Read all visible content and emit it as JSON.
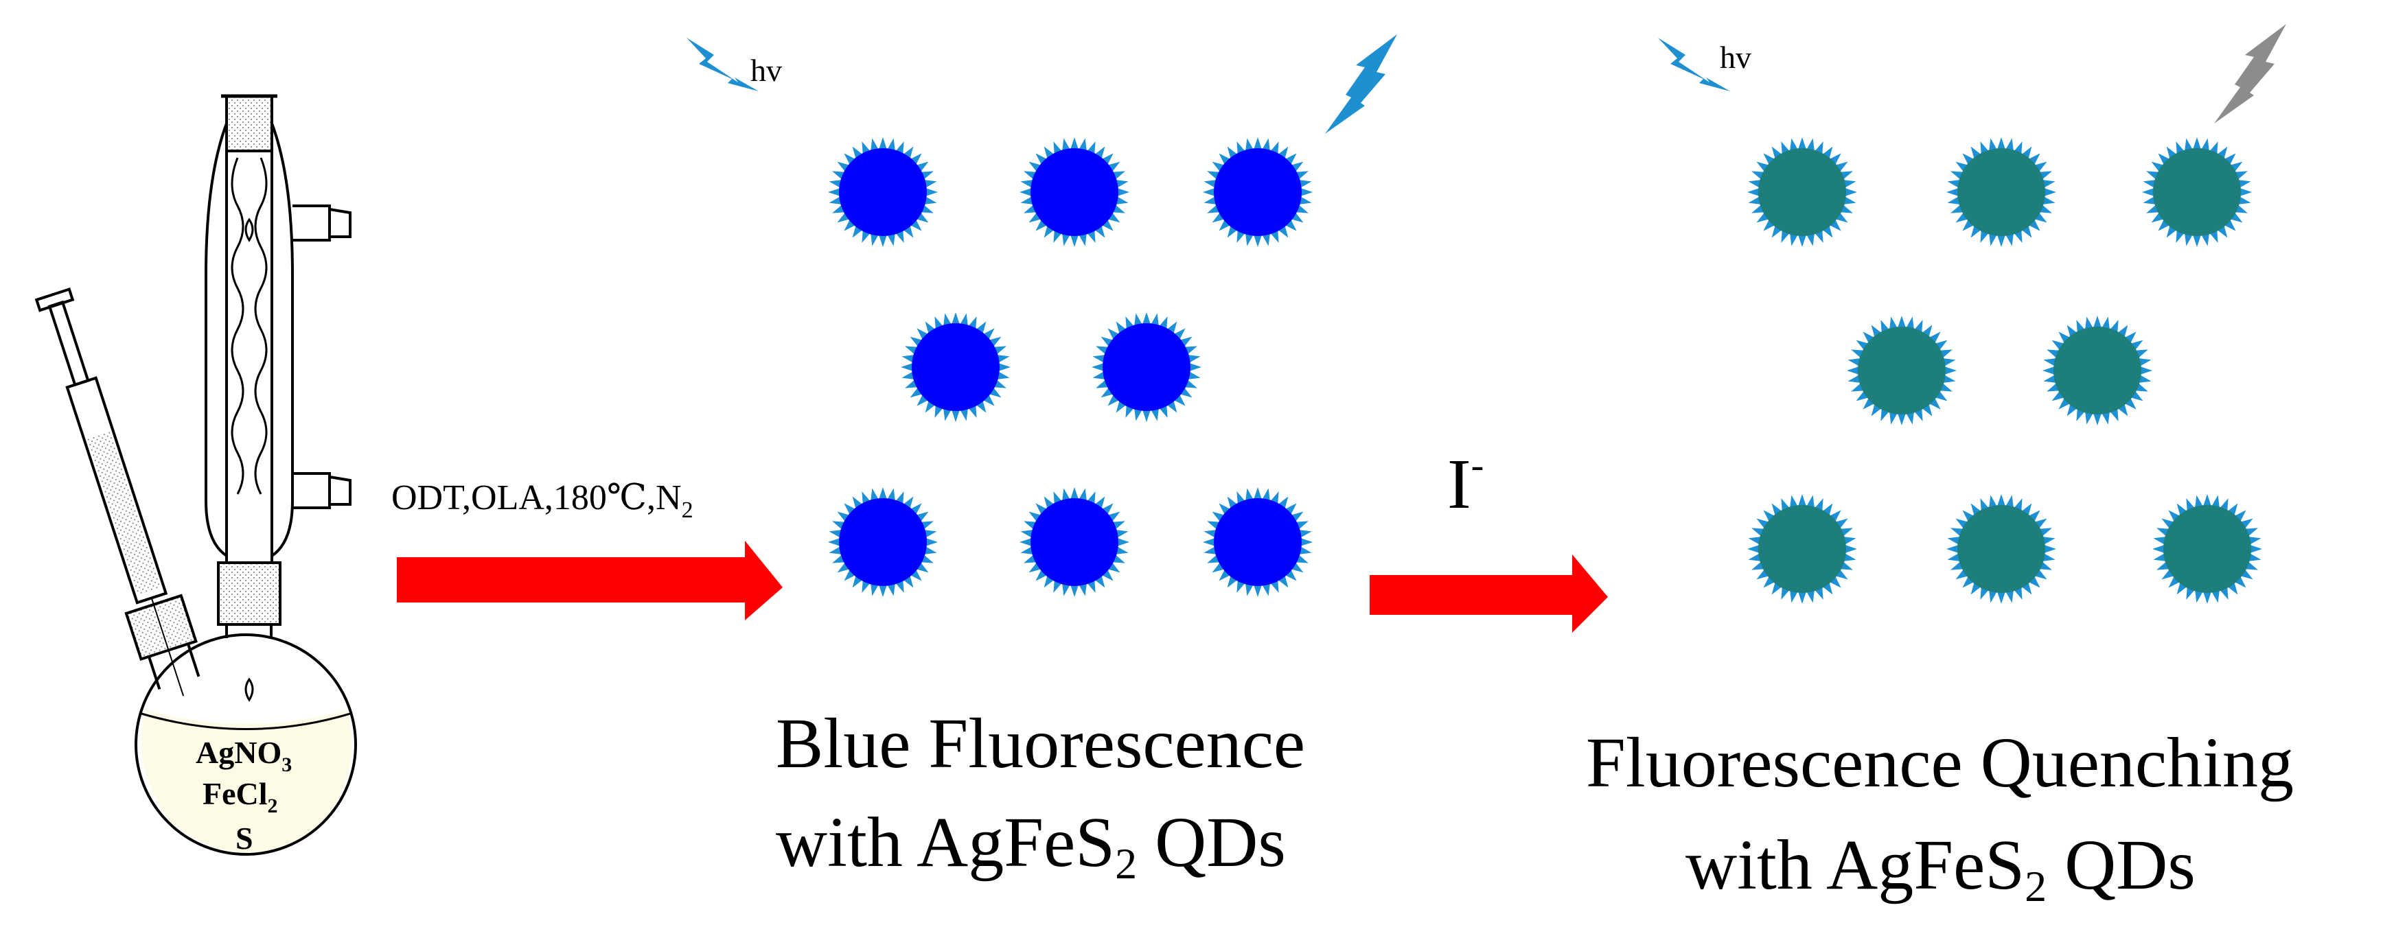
{
  "flask": {
    "reagents": [
      "AgNO",
      "FeCl",
      "S"
    ],
    "reagent_subscripts": [
      "3",
      "2",
      ""
    ]
  },
  "step1": {
    "conditions_main": "ODT,OLA,180℃,N",
    "conditions_sub": "2"
  },
  "step2": {
    "reagent": "I",
    "reagent_sup": "-"
  },
  "panel_blue": {
    "hv_label": "hv",
    "caption_line1": "Blue Fluorescence",
    "caption_line2_pre": "with AgFeS",
    "caption_line2_sub": "2",
    "caption_line2_post": " QDs",
    "qd_color": "#0000ff",
    "spike_color": "#1e90d6",
    "emission_color": "#1e8fd0"
  },
  "panel_quench": {
    "hv_label": "hv",
    "caption_line1": "Fluorescence Quenching",
    "caption_line2_pre": "with AgFeS",
    "caption_line2_sub": "2",
    "caption_line2_post": " QDs",
    "qd_color": "#1e7f7a",
    "spike_color": "#1e90d6",
    "emission_color": "#8c8c8c"
  },
  "colors": {
    "arrow": "#ff0000",
    "bolt_blue": "#1e8fd0",
    "solution": "#fbfbe6"
  }
}
